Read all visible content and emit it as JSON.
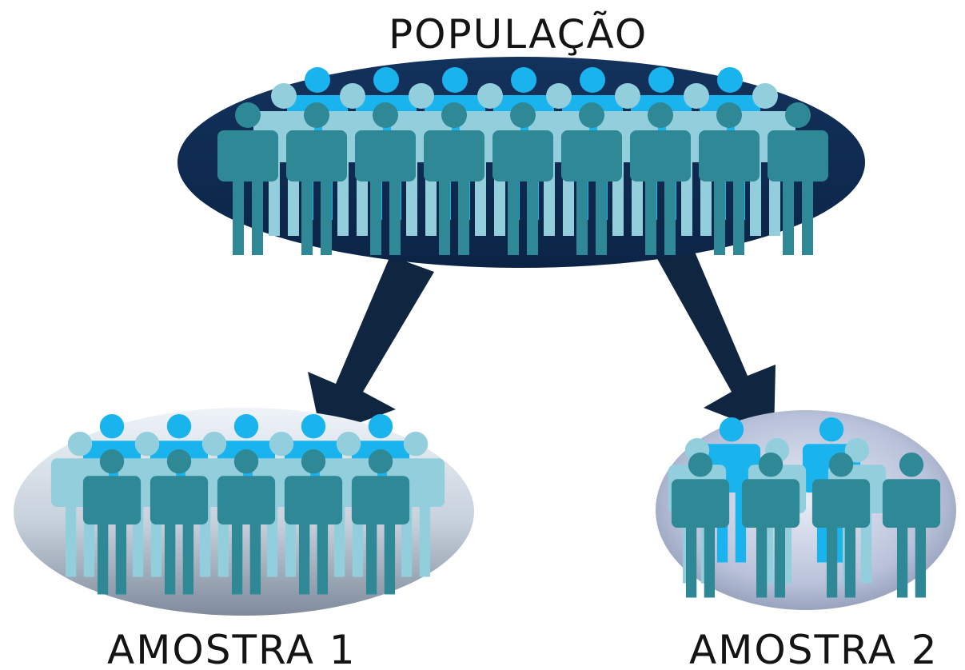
{
  "diagram": {
    "population": {
      "label": "POPULAÇÃO",
      "figure_rows": {
        "back": 7,
        "middle": 8,
        "front": 9
      }
    },
    "samples": [
      {
        "label": "AMOSTRA 1",
        "figure_rows": {
          "back": 5,
          "middle": 6,
          "front": 5
        }
      },
      {
        "label": "AMOSTRA 2",
        "figure_rows": {
          "back": 2,
          "middle": 3,
          "front": 4
        }
      }
    ],
    "arrows": [
      {
        "from": "population",
        "to": "sample-1"
      },
      {
        "from": "population",
        "to": "sample-2"
      }
    ],
    "colors": {
      "population_ellipse": "#0f2d52",
      "figure_back": "#19b4ee",
      "figure_middle": "#93cedd",
      "figure_front": "#2f8896",
      "arrow": "#102640",
      "sample_ellipse_light": "#dfe7ef",
      "sample_ellipse_dark": "#8d99ab",
      "text": "#141414"
    }
  }
}
